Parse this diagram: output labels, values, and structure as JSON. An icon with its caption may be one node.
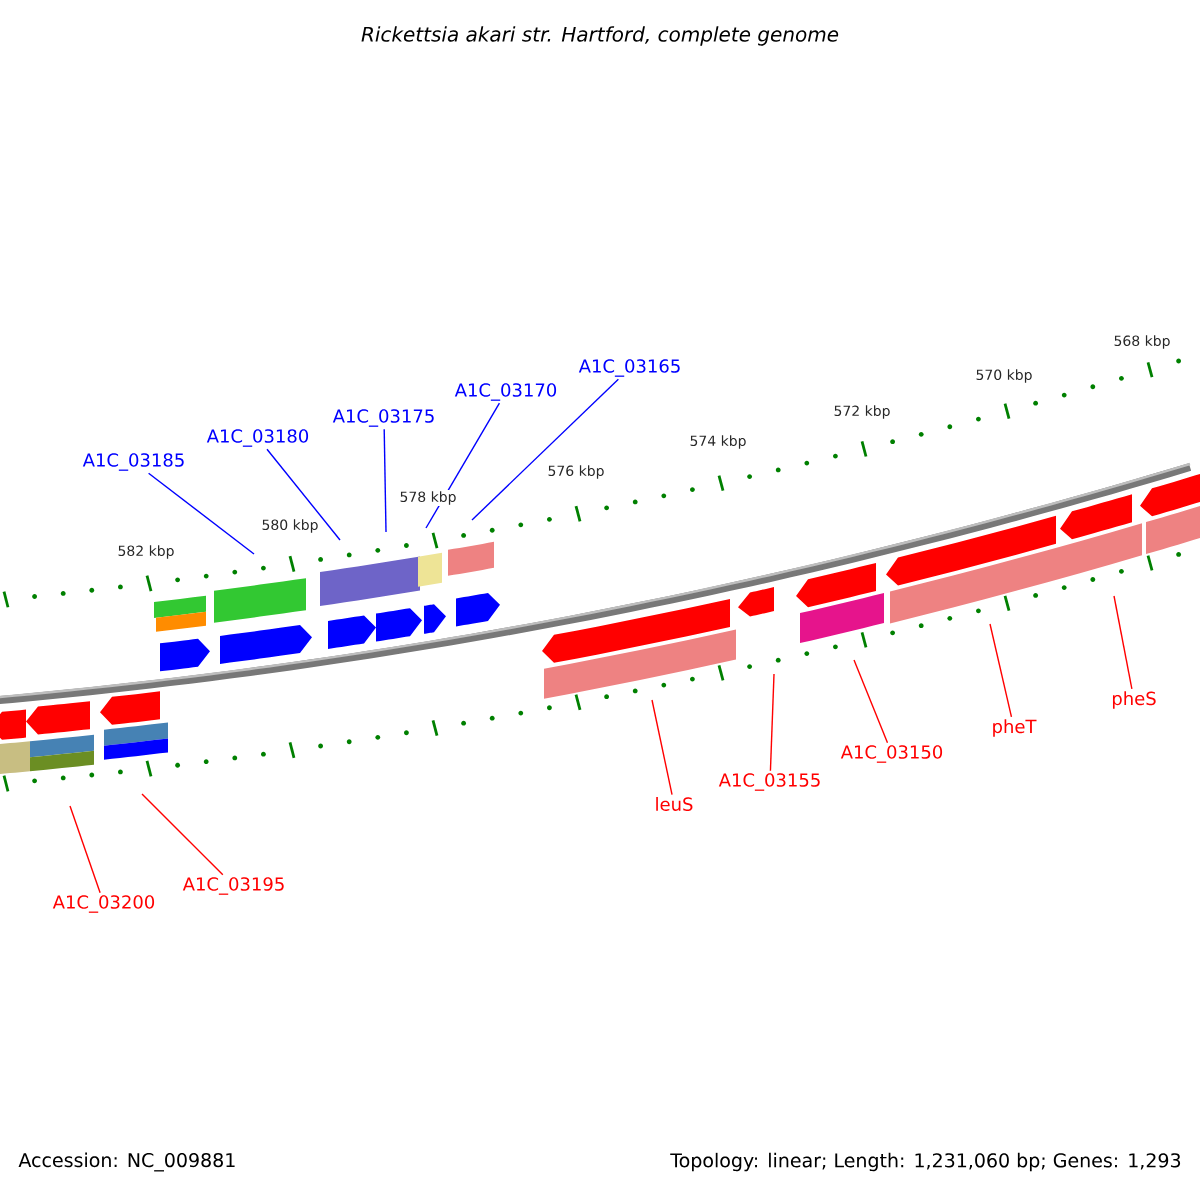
{
  "diagram": {
    "title": "*Rickettsia akari* str. Hartford, complete genome",
    "nodes": [
      {
        "text": [
          "A1C_03165"
        ]
      },
      {
        "text": [
          "A1C_03170"
        ]
      },
      {
        "text": [
          "A1C_03175"
        ]
      },
      {
        "text": [
          "A1C_03180"
        ]
      },
      {
        "text": [
          "A1C_03185"
        ]
      },
      {
        "text": [
          "pheS"
        ]
      },
      {
        "text": [
          "pheT"
        ]
      },
      {
        "text": [
          "A1C_03150"
        ]
      },
      {
        "text": [
          "A1C_03155"
        ]
      },
      {
        "text": [
          "leuS"
        ]
      },
      {
        "text": [
          "A1C_03195"
        ]
      },
      {
        "text": [
          "A1C_03200"
        ]
      }
    ],
    "edges": [
      {
        "from": 0,
        "to": null,
        "arrow": "none",
        "color": "#0000ff"
      },
      {
        "from": 1,
        "to": null,
        "arrow": "none",
        "color": "#0000ff"
      },
      {
        "from": 2,
        "to": null,
        "arrow": "none",
        "color": "#0000ff"
      },
      {
        "from": 3,
        "to": null,
        "arrow": "none",
        "color": "#0000ff"
      },
      {
        "from": 4,
        "to": null,
        "arrow": "none",
        "color": "#0000ff"
      },
      {
        "from": 5,
        "to": null,
        "arrow": "none"
      },
      {
        "from": 6,
        "to": null,
        "arrow": "none"
      },
      {
        "from": 7,
        "to": null,
        "arrow": "none"
      },
      {
        "from": 8,
        "to": null,
        "arrow": "none"
      },
      {
        "from": 9,
        "to": null,
        "arrow": "none"
      },
      {
        "from": 10,
        "to": null,
        "arrow": "none"
      },
      {
        "from": 11,
        "to": null,
        "arrow": "none"
      }
    ],
    "labels": [
      "568 kbp",
      "570 kbp",
      "572 kbp",
      "574 kbp",
      "576 kbp",
      "578 kbp",
      "580 kbp",
      "582 kbp",
      "Accession: NC_009881",
      "Topology: linear; Length: 1,231,060 bp; Genes: 1,293"
    ]
  }
}
